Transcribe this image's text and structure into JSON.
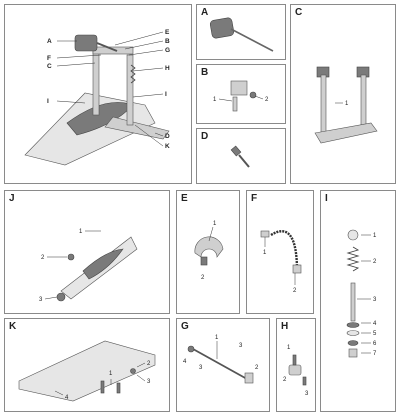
{
  "panels": {
    "main": {
      "letter": "",
      "callouts_left": [
        "A",
        "F",
        "C",
        "I"
      ],
      "callouts_right": [
        "E",
        "B",
        "G",
        "H",
        "I",
        "D",
        "K"
      ]
    },
    "A": {
      "letter": "A"
    },
    "B": {
      "letter": "B",
      "callouts": [
        "1",
        "2"
      ]
    },
    "C": {
      "letter": "C",
      "callouts": [
        "1"
      ]
    },
    "D": {
      "letter": "D"
    },
    "J": {
      "letter": "J",
      "callouts": [
        "1",
        "2",
        "3"
      ]
    },
    "E": {
      "letter": "E",
      "callouts": [
        "1",
        "2"
      ]
    },
    "F": {
      "letter": "F",
      "callouts": [
        "1",
        "2"
      ]
    },
    "I": {
      "letter": "I",
      "callouts": [
        "1",
        "2",
        "3",
        "4",
        "5",
        "6",
        "7"
      ]
    },
    "K": {
      "letter": "K",
      "callouts": [
        "1",
        "2",
        "3",
        "4"
      ]
    },
    "G": {
      "letter": "G",
      "callouts": [
        "1",
        "2",
        "3",
        "4",
        "3"
      ]
    },
    "H": {
      "letter": "H",
      "callouts": [
        "1",
        "2",
        "3"
      ]
    }
  }
}
